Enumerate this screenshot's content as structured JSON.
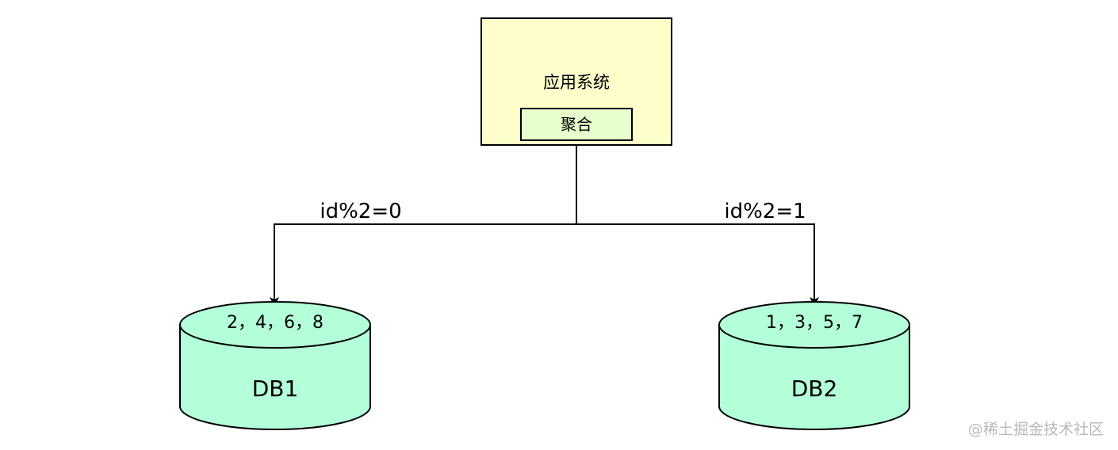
{
  "app_box": {
    "title": "应用系统",
    "fill": "#ffffcc",
    "aggregate_label": "聚合",
    "aggregate_fill": "#e6ffcc"
  },
  "routes": {
    "left_label": "id%2=0",
    "right_label": "id%2=1"
  },
  "databases": [
    {
      "name": "DB1",
      "ids": "2，4，6，8"
    },
    {
      "name": "DB2",
      "ids": "1，3，5，7"
    }
  ],
  "db_fill": "#b3ffd9",
  "watermark": "@稀土掘金技术社区"
}
